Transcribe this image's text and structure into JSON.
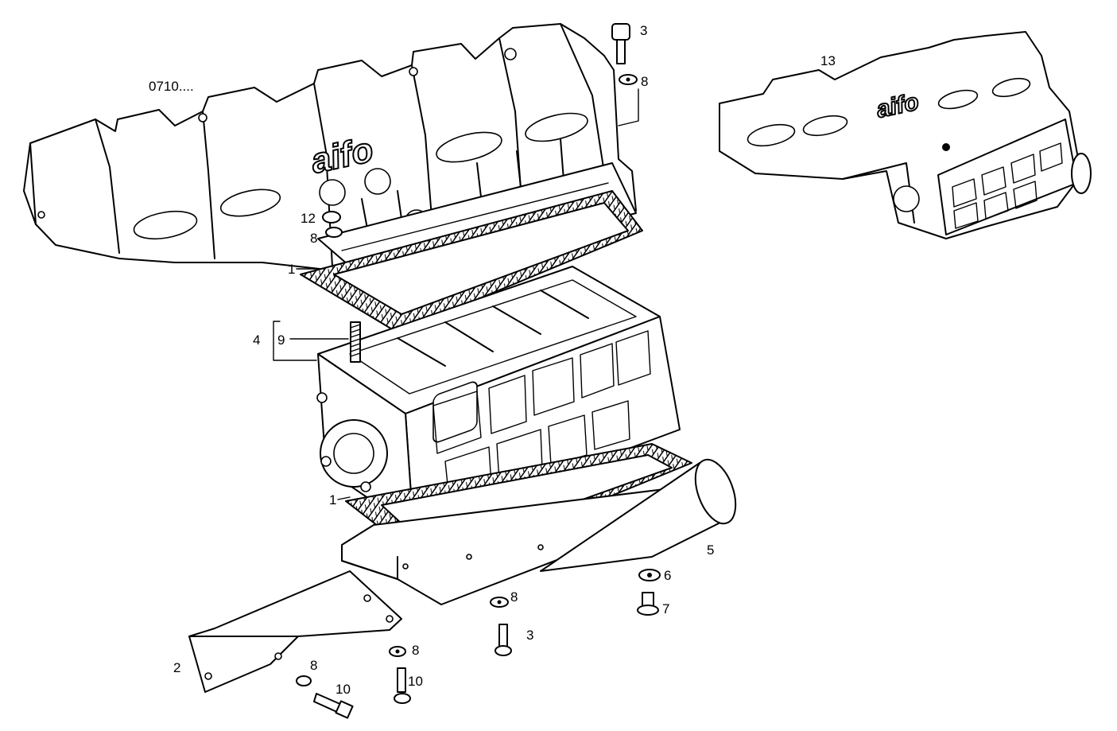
{
  "diagram": {
    "reference_code": "0710....",
    "brand_text": "aifo",
    "part_labels": {
      "p1_top": "1",
      "p1_bottom": "1",
      "p2": "2",
      "p3_top": "3",
      "p3_bottom": "3",
      "p4": "4",
      "p5": "5",
      "p6": "6",
      "p7": "7",
      "p8_top": "8",
      "p8_mid": "8",
      "p8_bottom_center": "8",
      "p8_bottom_mid": "8",
      "p8_bottom_left": "8",
      "p9": "9",
      "p10_left": "10",
      "p10_mid": "10",
      "p12": "12",
      "p13": "13"
    }
  }
}
